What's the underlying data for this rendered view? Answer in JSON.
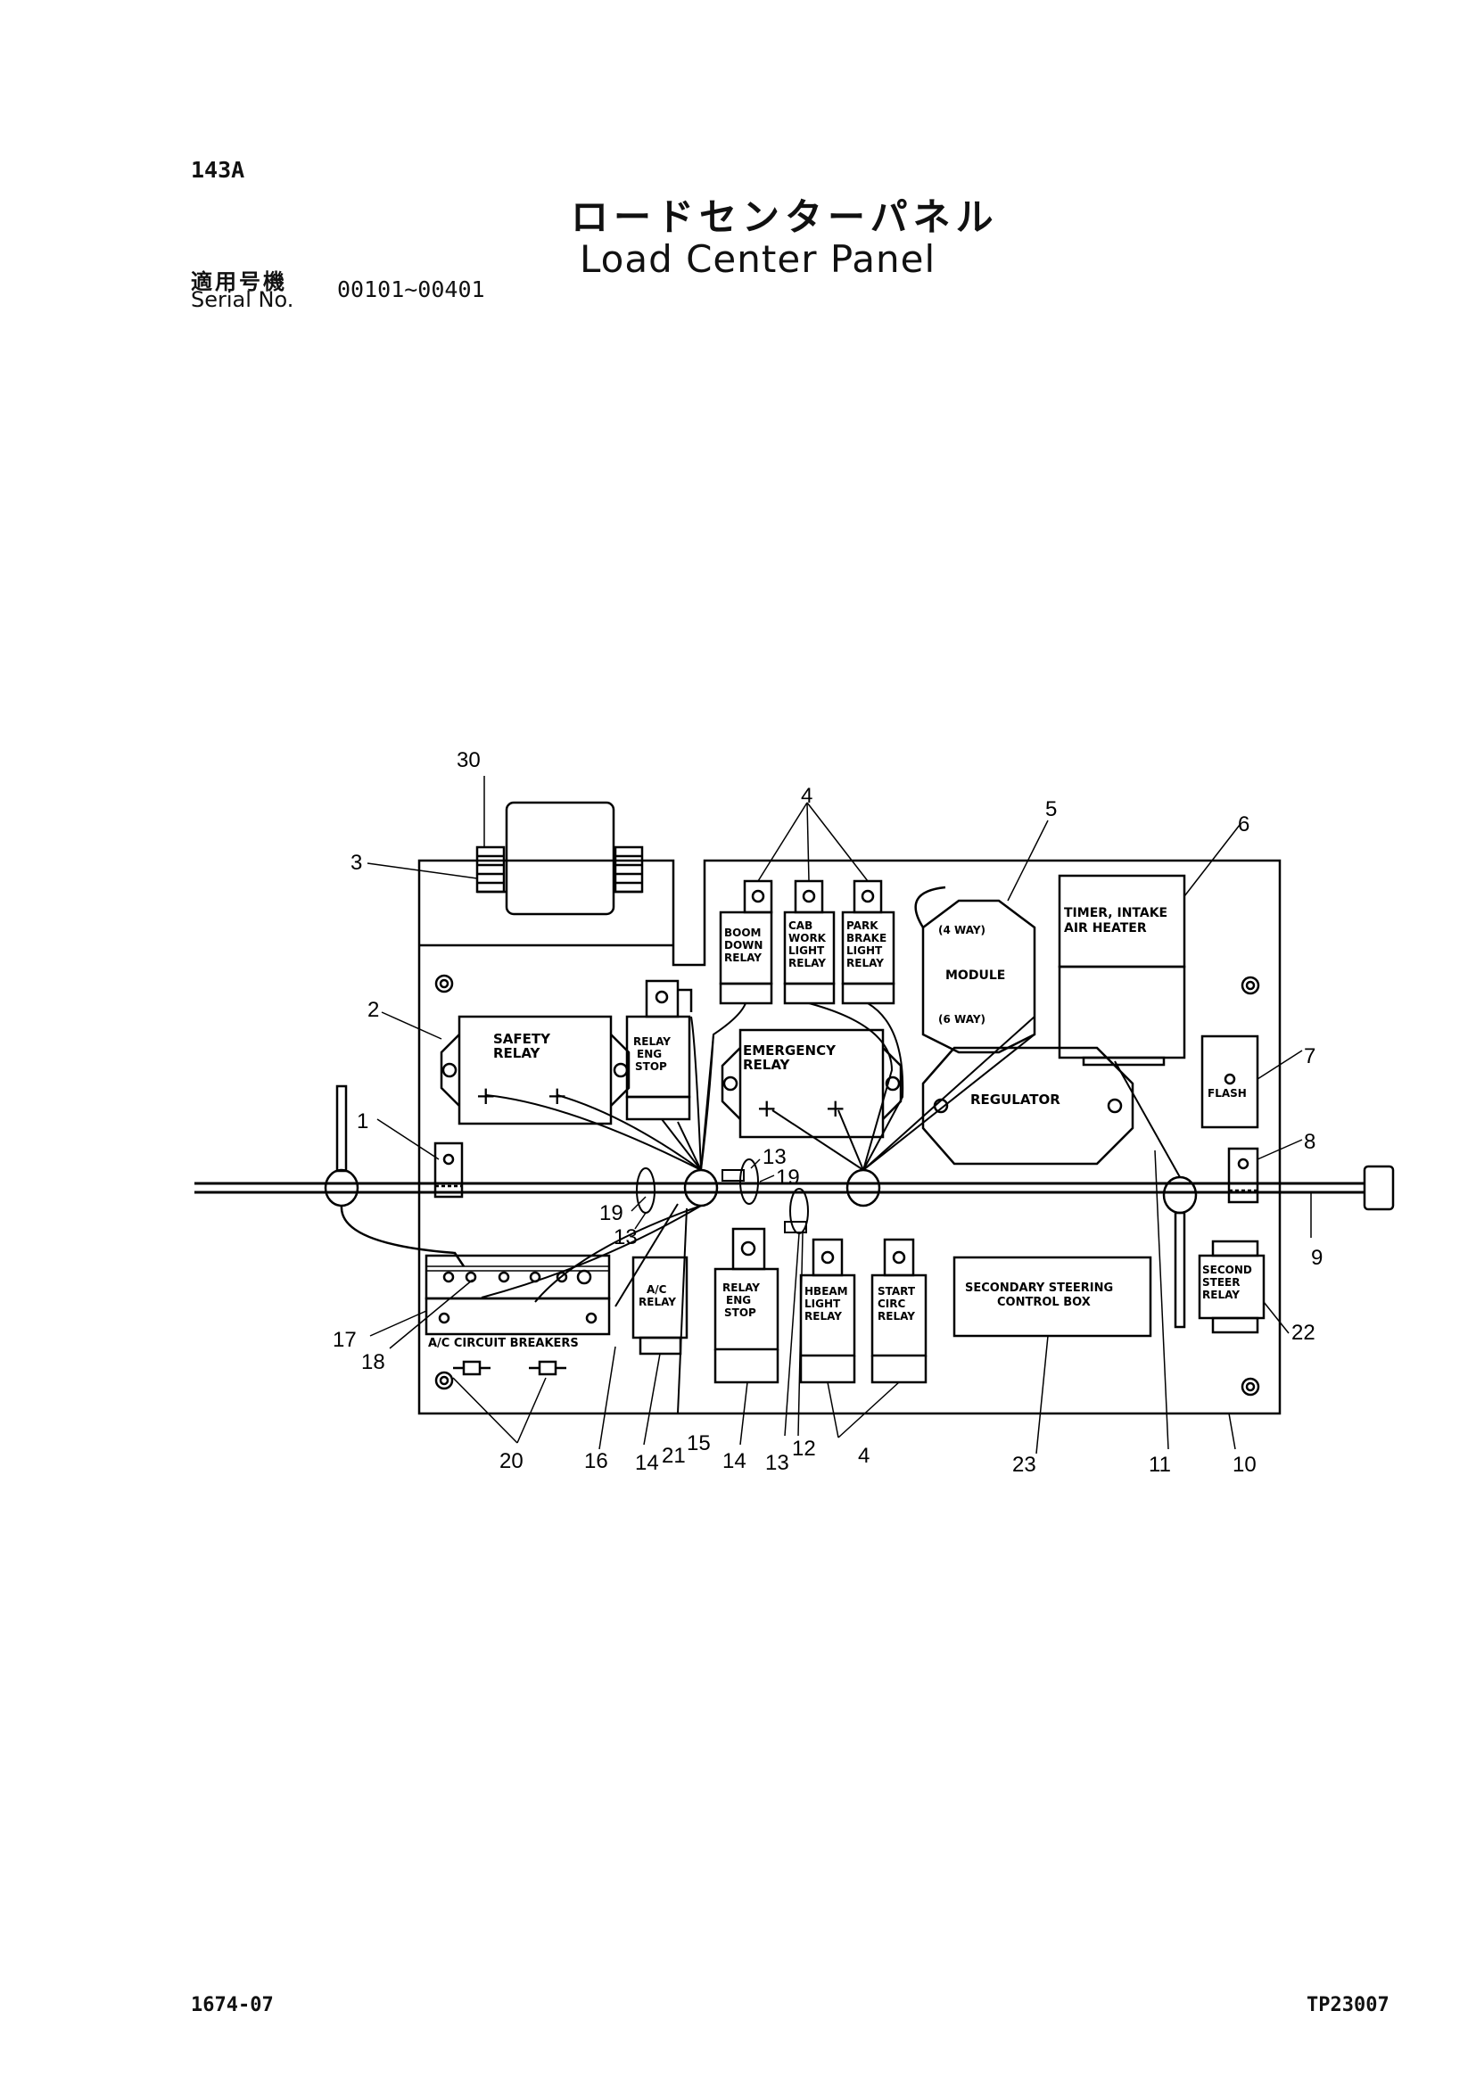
{
  "header": {
    "page_number": "143A",
    "title_ja": "ロードセンターパネル",
    "title_en": "Load Center Panel",
    "serial_label_ja": "適用号機",
    "serial_label_en": "Serial No.",
    "serial_range": "00101~00401"
  },
  "footer": {
    "doc_code": "1674-07",
    "tp_code": "TP23007"
  },
  "components": {
    "boom_down_relay": [
      "BOOM",
      "DOWN",
      "RELAY"
    ],
    "cab_work_light_relay": [
      "CAB",
      "WORK",
      "LIGHT",
      "RELAY"
    ],
    "park_brake_light_relay": [
      "PARK",
      "BRAKE",
      "LIGHT",
      "RELAY"
    ],
    "module_4way": "(4 WAY)",
    "module": "MODULE",
    "module_6way": "(6 WAY)",
    "timer_intake_air_heater": [
      "TIMER, INTAKE",
      "AIR HEATER"
    ],
    "safety_relay": [
      "SAFETY",
      "RELAY"
    ],
    "relay_eng_stop_upper": [
      "RELAY",
      "ENG",
      "STOP"
    ],
    "emergency_relay": [
      "EMERGENCY",
      "RELAY"
    ],
    "flash": "FLASH",
    "regulator": "REGULATOR",
    "ac_relay": [
      "A/C",
      "RELAY"
    ],
    "relay_eng_stop_lower": [
      "RELAY",
      "ENG",
      "STOP"
    ],
    "hbeam_light_relay": [
      "HBEAM",
      "LIGHT",
      "RELAY"
    ],
    "start_circ_relay": [
      "START",
      "CIRC",
      "RELAY"
    ],
    "secondary_steering_control_box": [
      "SECONDARY STEERING",
      "CONTROL BOX"
    ],
    "second_steer_relay": [
      "SECOND",
      "STEER",
      "RELAY"
    ],
    "ac_circuit_breakers": "A/C CIRCUIT BREAKERS",
    "plus_sign": "+"
  },
  "callouts": {
    "n1": "1",
    "n2": "2",
    "n3": "3",
    "n4": "4",
    "n5": "5",
    "n6": "6",
    "n7": "7",
    "n8": "8",
    "n9": "9",
    "n10": "10",
    "n11": "11",
    "n12": "12",
    "n13": "13",
    "n14": "14",
    "n15": "15",
    "n16": "16",
    "n17": "17",
    "n18": "18",
    "n19": "19",
    "n20": "20",
    "n21": "21",
    "n22": "22",
    "n23": "23",
    "n30": "30"
  }
}
